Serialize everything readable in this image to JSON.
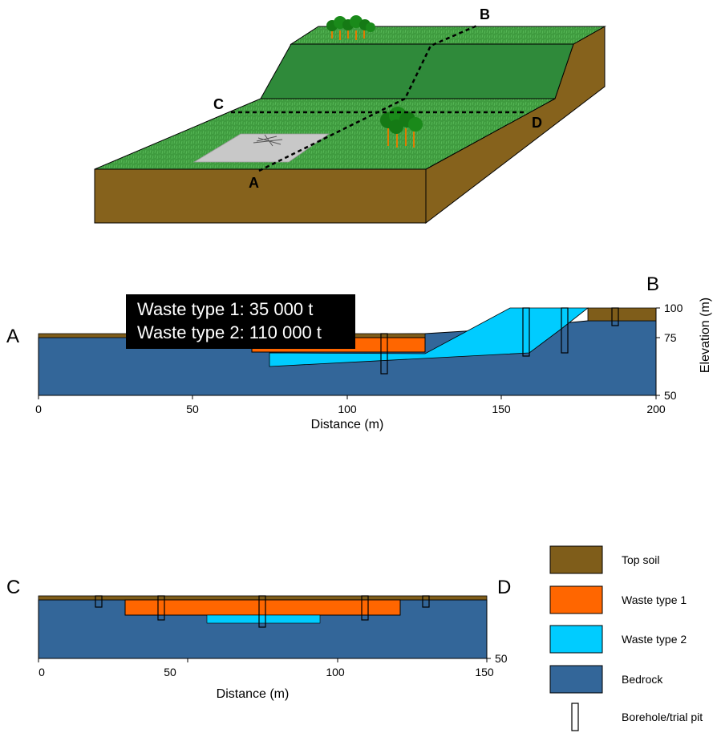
{
  "block": {
    "line_labels": [
      "A",
      "B",
      "C",
      "D"
    ]
  },
  "section_ab": {
    "start_label": "A",
    "end_label": "B",
    "info_box": [
      "Waste type 1: 35 000 t",
      "Waste type 2: 110 000 t"
    ],
    "x_label": "Distance (m)",
    "x_ticks": [
      "0",
      "50",
      "100",
      "150",
      "200"
    ],
    "y_label": "Elevation (m)",
    "y_ticks": [
      "100",
      "75",
      "50"
    ]
  },
  "section_cd": {
    "start_label": "C",
    "end_label": "D",
    "x_label": "Distance (m)",
    "x_ticks": [
      "0",
      "50",
      "100",
      "150"
    ],
    "y_ticks": [
      "50"
    ]
  },
  "legend": [
    {
      "label": "Top soil",
      "color": "#7f5d1a"
    },
    {
      "label": "Waste type 1",
      "color": "#ff6600"
    },
    {
      "label": "Waste type 2",
      "color": "#00ccff"
    },
    {
      "label": "Bedrock",
      "color": "#336699"
    },
    {
      "label": "Borehole/trial pit",
      "color": "#ffffff"
    }
  ],
  "colors": {
    "topsoil": "#7f5d1a",
    "waste1": "#ff6600",
    "waste2": "#00ccff",
    "bedrock": "#336699",
    "grass": "#3f9b3f",
    "earth": "#86621c"
  }
}
